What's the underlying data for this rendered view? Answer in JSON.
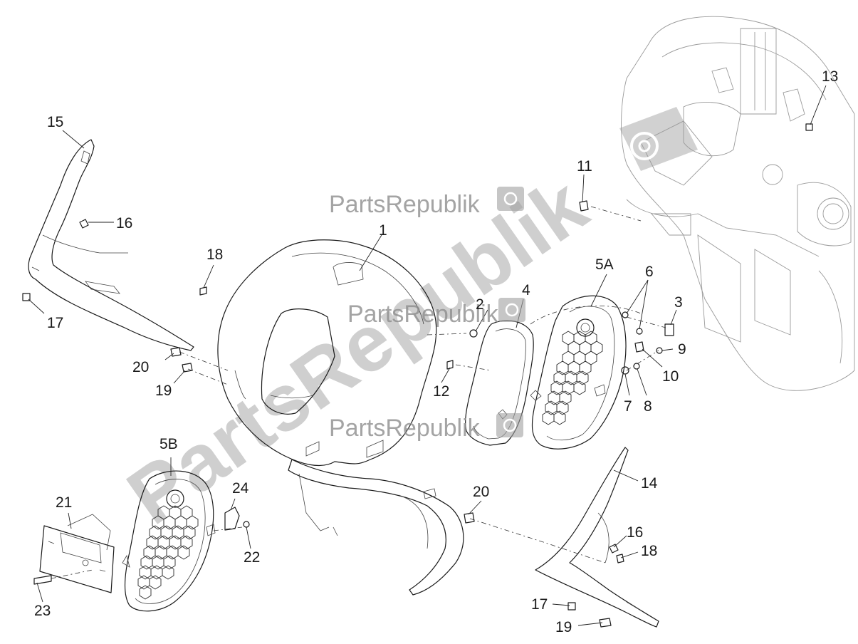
{
  "watermark": {
    "brand": "PartsRepublik"
  },
  "callouts": {
    "c1": "1",
    "c2": "2",
    "c3": "3",
    "c4": "4",
    "c5a": "5A",
    "c5b": "5B",
    "c6": "6",
    "c7": "7",
    "c8": "8",
    "c9": "9",
    "c10": "10",
    "c11": "11",
    "c12": "12",
    "c13": "13",
    "c14": "14",
    "c15": "15",
    "c16a": "16",
    "c16b": "16",
    "c17a": "17",
    "c17b": "17",
    "c18a": "18",
    "c18b": "18",
    "c19a": "19",
    "c19b": "19",
    "c20a": "20",
    "c20b": "20",
    "c21": "21",
    "c22": "22",
    "c23": "23",
    "c24": "24"
  },
  "colors": {
    "line": "#1a1a1a",
    "watermark": "#a8a8a8"
  }
}
